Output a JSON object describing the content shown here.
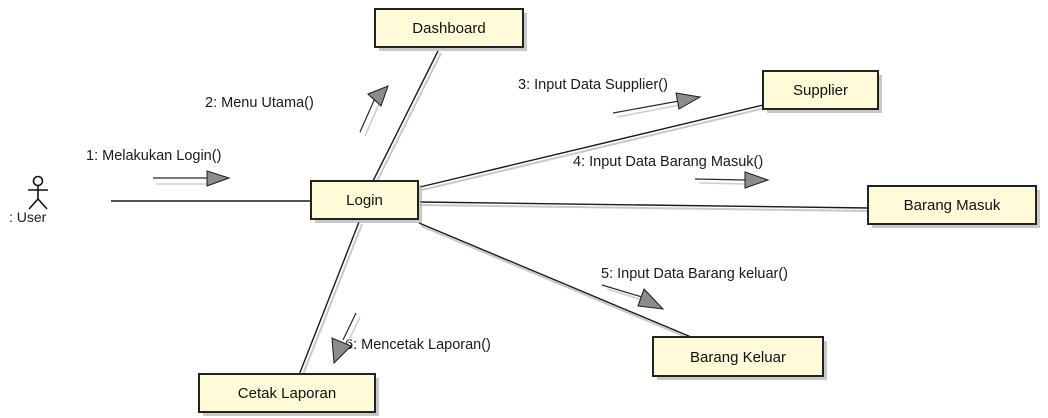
{
  "actor": {
    "label": ": User",
    "icon": "stick-figure-icon"
  },
  "objects": {
    "login": "Login",
    "dashboard": "Dashboard",
    "supplier": "Supplier",
    "barang_masuk": "Barang Masuk",
    "barang_keluar": "Barang Keluar",
    "cetak_laporan": "Cetak Laporan"
  },
  "messages": [
    {
      "number": 1,
      "label": "1: Melakukan Login()",
      "from": ": User",
      "to": "Login"
    },
    {
      "number": 2,
      "label": "2: Menu Utama()",
      "from": "Login",
      "to": "Dashboard"
    },
    {
      "number": 3,
      "label": "3: Input Data Supplier()",
      "from": "Login",
      "to": "Supplier"
    },
    {
      "number": 4,
      "label": "4: Input Data Barang Masuk()",
      "from": "Login",
      "to": "Barang Masuk"
    },
    {
      "number": 5,
      "label": "5: Input Data Barang keluar()",
      "from": "Login",
      "to": "Barang Keluar"
    },
    {
      "number": 6,
      "label": "6: Mencetak Laporan()",
      "from": "Login",
      "to": "Cetak Laporan"
    }
  ],
  "colors": {
    "object_fill": "#fffbd8",
    "object_border": "#222222",
    "arrow_head": "#8c8c8c"
  }
}
